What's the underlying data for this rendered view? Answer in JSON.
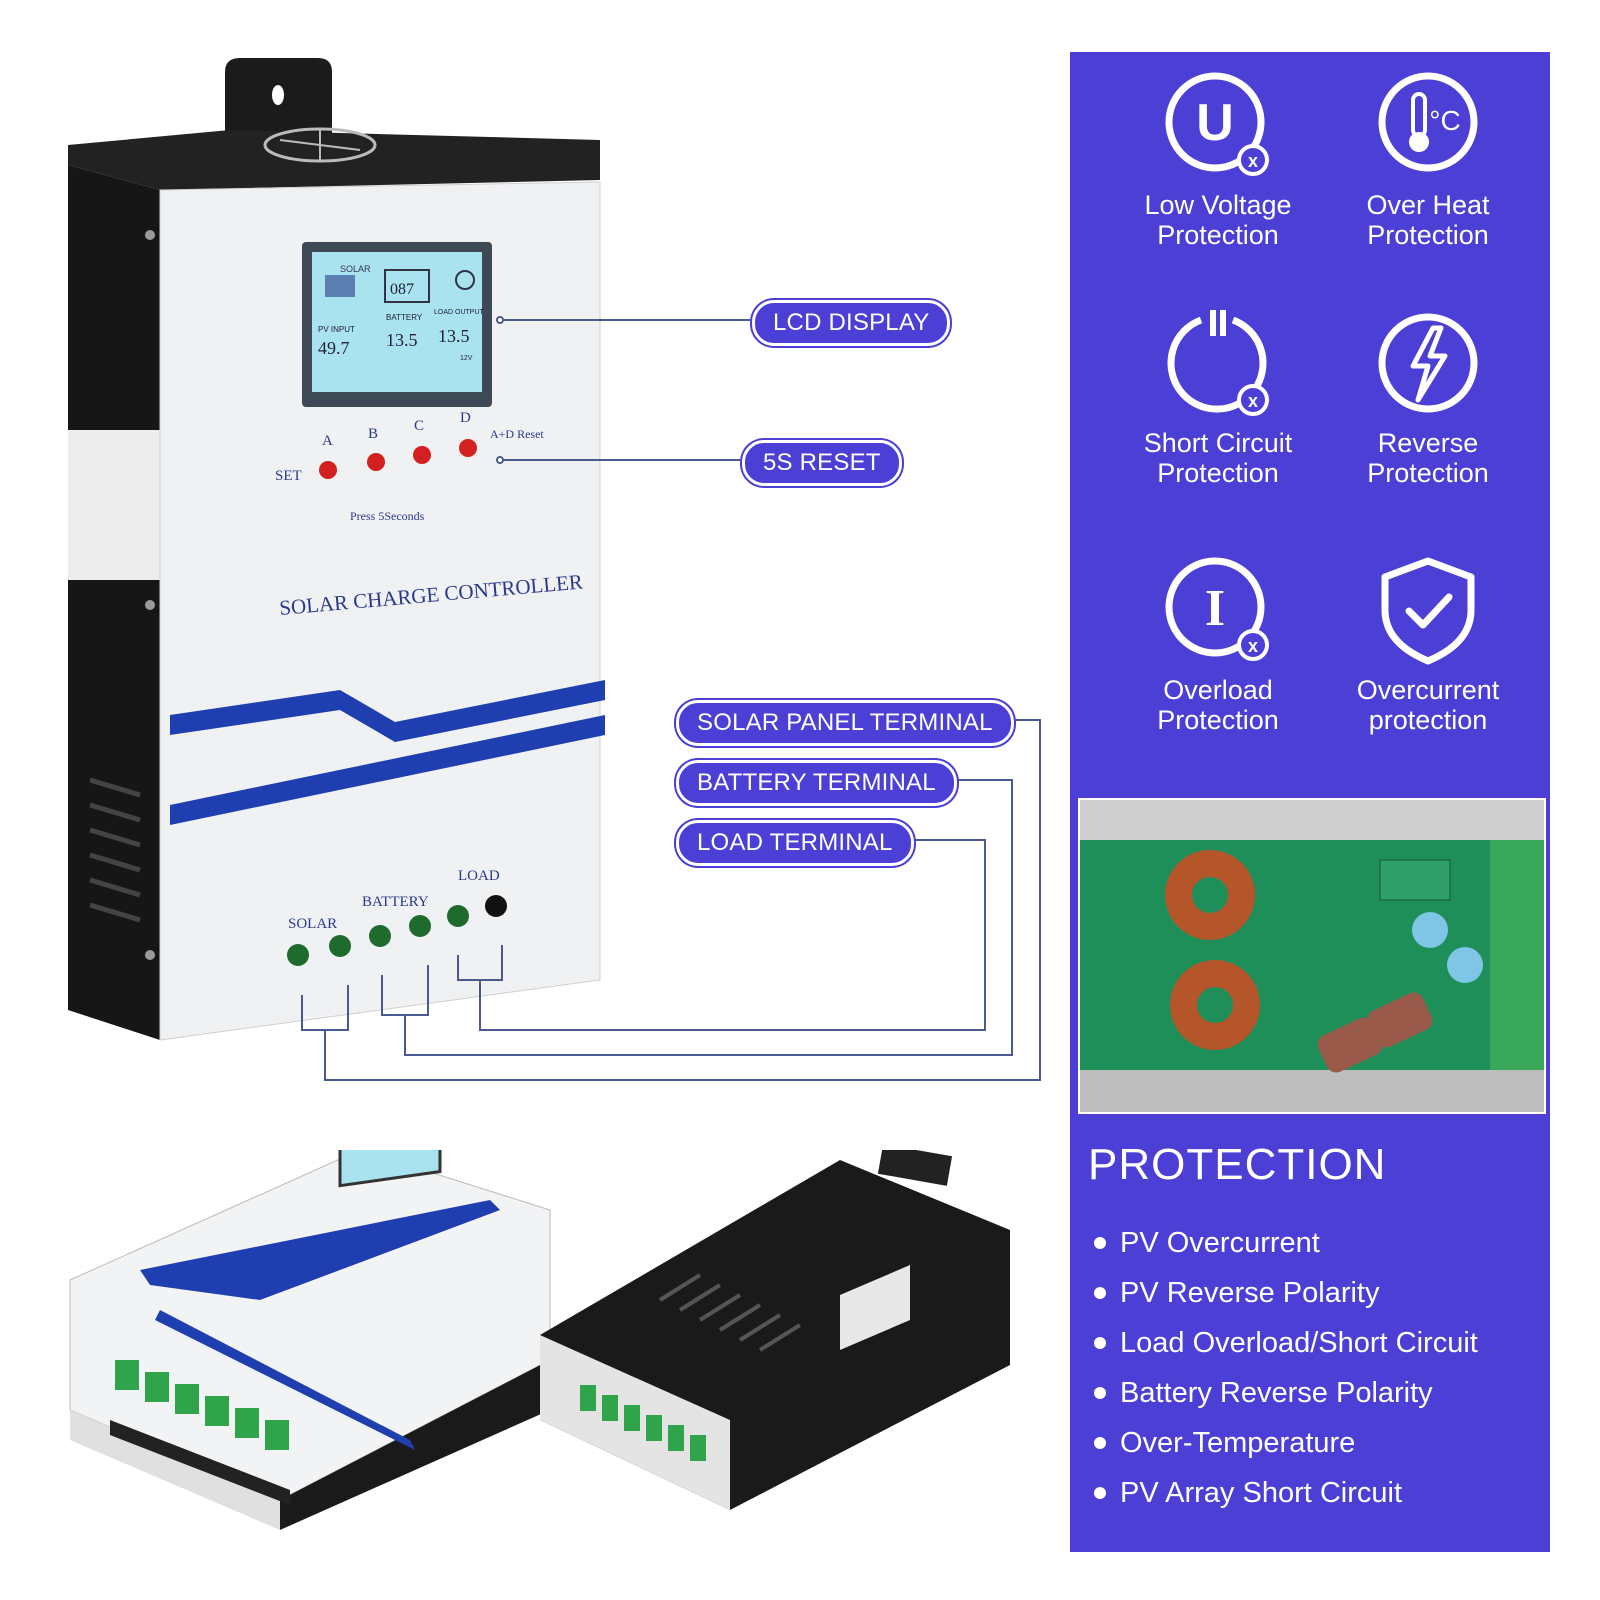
{
  "device": {
    "title": "SOLAR CHARGE CONTROLLER",
    "lcd": {
      "solar": "SOLAR",
      "pv_input_label": "PV INPUT",
      "pv_input_value": "49.7",
      "battery_percent": "087",
      "battery_label": "BATTERY",
      "battery_value": "13.5",
      "load_label": "LOAD OUTPUT",
      "load_value": "13.5",
      "system_voltage": "12V"
    },
    "buttons": {
      "set": "SET",
      "a": "A",
      "b": "B",
      "c": "C",
      "d": "D",
      "ad_reset": "A+D Reset",
      "press": "Press 5Seconds"
    },
    "terminals": {
      "solar": "SOLAR",
      "battery": "BATTERY",
      "load": "LOAD"
    }
  },
  "callouts": {
    "lcd": "LCD DISPLAY",
    "reset": "5S RESET",
    "solar_terminal": "SOLAR PANEL TERMINAL",
    "battery_terminal": "BATTERY TERMINAL",
    "load_terminal": "LOAD TERMINAL"
  },
  "features": [
    {
      "icon": "low-voltage-icon",
      "line1": "Low Voltage",
      "line2": "Protection"
    },
    {
      "icon": "over-heat-icon",
      "line1": "Over Heat",
      "line2": "Protection"
    },
    {
      "icon": "short-circuit-icon",
      "line1": "Short Circuit",
      "line2": "Protection"
    },
    {
      "icon": "reverse-icon",
      "line1": "Reverse",
      "line2": "Protection"
    },
    {
      "icon": "overload-icon",
      "line1": "Overload",
      "line2": "Protection"
    },
    {
      "icon": "shield-check-icon",
      "line1": "Overcurrent",
      "line2": "protection"
    }
  ],
  "protection": {
    "title": "PROTECTION",
    "items": [
      "PV Overcurrent",
      "PV Reverse Polarity",
      "Load Overload/Short Circuit",
      "Battery Reverse Polarity",
      "Over-Temperature",
      "PV Array Short Circuit"
    ]
  },
  "colors": {
    "accent": "#4b3fd6",
    "stripe": "#1f3fb0",
    "lcd": "#a9e3f0",
    "pcb": "#1f8f5a"
  }
}
